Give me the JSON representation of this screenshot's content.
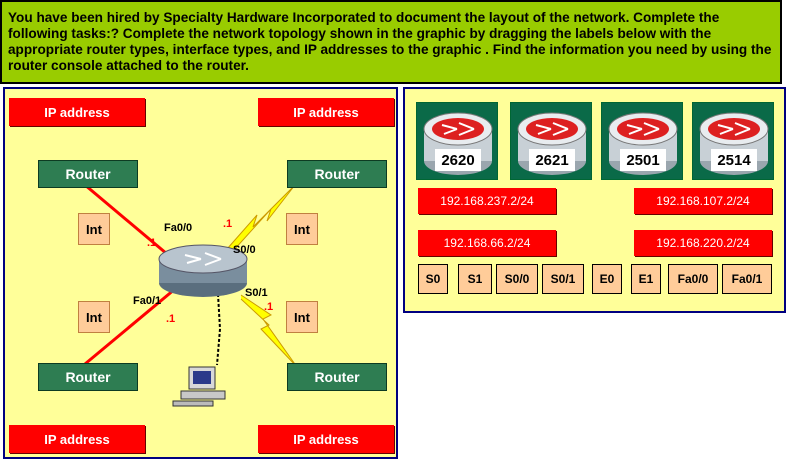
{
  "instructions": "You have been hired by Specialty Hardware Incorporated to document the layout of the network. Complete the following tasks:? Complete the network topology shown in the graphic by dragging the labels below with the appropriate router types, interface types, and IP addresses to the graphic . Find the information you need by using the router console attached to the router.",
  "topology": {
    "ip_address_label": "IP address",
    "router_label": "Router",
    "int_label": "Int",
    "iface_fa00": "Fa0/0",
    "iface_fa01": "Fa0/1",
    "iface_s00": "S0/0",
    "iface_s01": "S0/1",
    "host_suffix": ".1"
  },
  "routers": [
    {
      "model": "2620"
    },
    {
      "model": "2621"
    },
    {
      "model": "2501"
    },
    {
      "model": "2514"
    }
  ],
  "ip_tags": [
    "192.168.237.2/24",
    "192.168.107.2/24",
    "192.168.66.2/24",
    "192.168.220.2/24"
  ],
  "interfaces": [
    "S0",
    "S1",
    "S0/0",
    "S0/1",
    "E0",
    "E1",
    "Fa0/0",
    "Fa0/1"
  ],
  "colors": {
    "header_bg": "#99cc00",
    "panel_bg": "#ffff99",
    "label_red": "#ff0000",
    "router_green": "#2e7d52",
    "int_tan": "#ffcc99"
  }
}
